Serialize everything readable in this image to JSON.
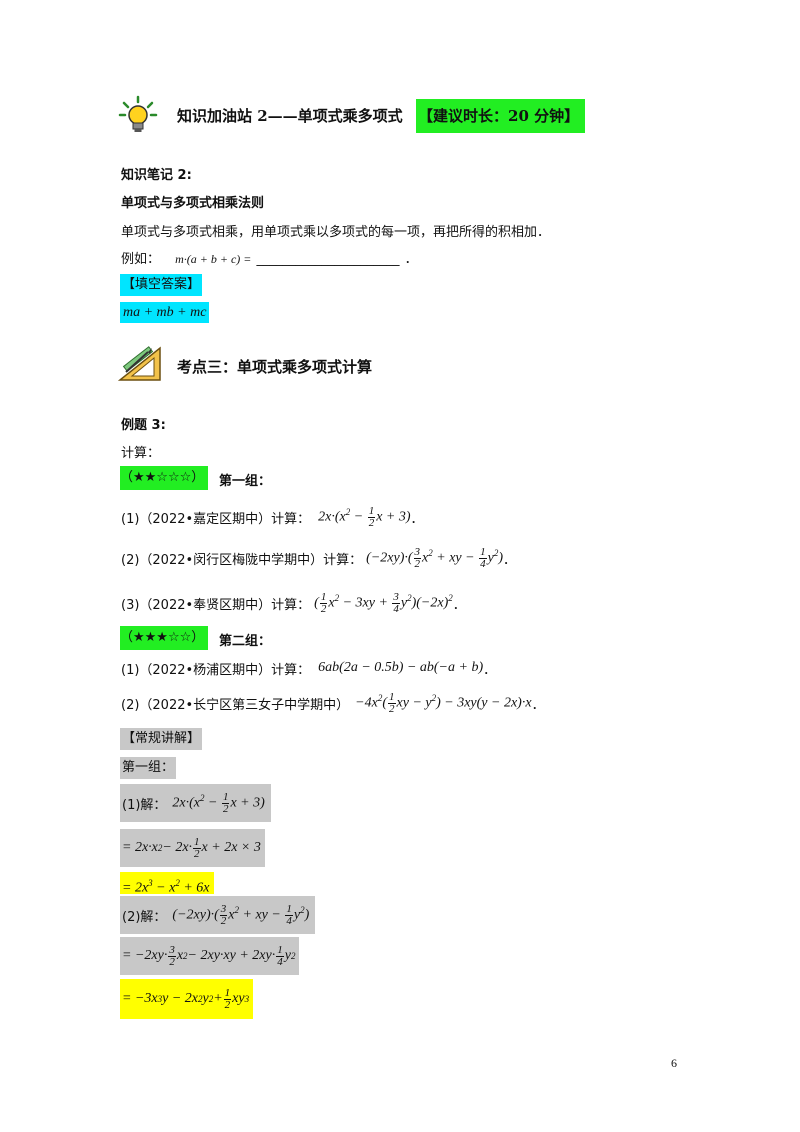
{
  "header": {
    "title": "知识加油站 2——单项式乘多项式",
    "time_tag": "【建议时长：20 分钟】",
    "bulb_icon": "lightbulb-icon"
  },
  "notes": {
    "label": "知识笔记 2:",
    "rule_title": "单项式与多项式相乘法则",
    "rule_text": "单项式与多项式相乘，用单项式乘以多项式的每一项，再把所得的积相加．",
    "example_prefix": "例如：",
    "example_expr": "m·(a + b + c)  =",
    "example_blank": "______________________",
    "example_end": "．",
    "answer_label": "【填空答案】",
    "answer": "ma + mb + mc"
  },
  "section": {
    "icon": "geometry-tools-icon",
    "title": "考点三：单项式乘多项式计算"
  },
  "example": {
    "label": "例题 3:",
    "instruction": "计算：",
    "group1_stars": "（★★☆☆☆）",
    "group1_label": "第一组：",
    "q1_prefix": "(1)（2022•嘉定区期中）计算：",
    "q2_prefix": "(2)（2022•闵行区梅陇中学期中）计算：",
    "q3_prefix": "(3)（2022•奉贤区期中）计算：",
    "group2_stars": "（★★★☆☆）",
    "group2_label": "第二组：",
    "q4_prefix": "(1)（2022•杨浦区期中）计算：",
    "q4_expr": "6ab(2a − 0.5b) − ab(−a + b)",
    "q5_prefix": "(2)（2022•长宁区第三女子中学期中）",
    "end_mark": "．"
  },
  "solution": {
    "label": "【常规讲解】",
    "group1_label": "第一组：",
    "s1_prefix": "(1)解：",
    "s2_prefix": "(2)解："
  },
  "page_number": "6",
  "colors": {
    "green_highlight": "#22ee22",
    "cyan_highlight": "#00e5ff",
    "gray_highlight": "#c8c8c8",
    "yellow_highlight": "#ffff00"
  }
}
